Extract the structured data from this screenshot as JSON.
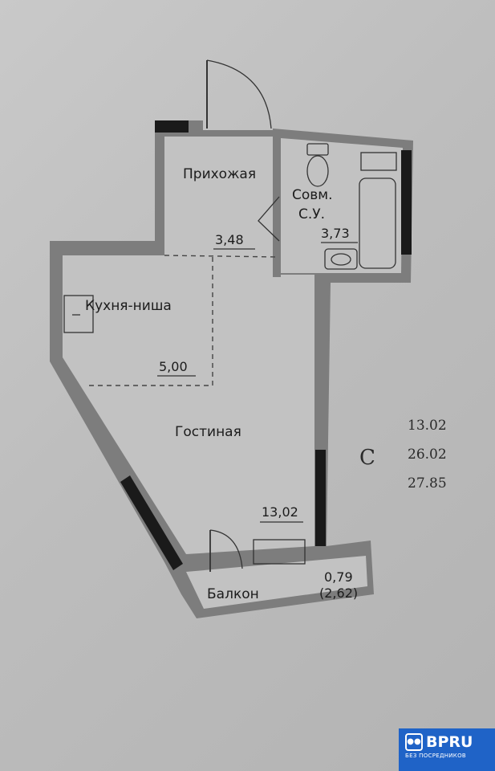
{
  "rooms": {
    "hallway": {
      "name": "Прихожая",
      "area": "3,48"
    },
    "bathroom": {
      "name_line1": "Совм.",
      "name_line2": "С.У.",
      "area": "3,73"
    },
    "kitchen": {
      "name": "Кухня-ниша",
      "area": "5,00"
    },
    "living": {
      "name": "Гостиная",
      "area": "13,02"
    },
    "balcony": {
      "name": "Балкон",
      "area": "0,79",
      "area_alt": "(2,62)"
    }
  },
  "summary": {
    "type": "С",
    "living_area": "13.02",
    "total_area": "26.02",
    "total_with_balcony": "27.85"
  },
  "watermark": {
    "brand": "BPRU",
    "tagline": "БЕЗ ПОСРЕДНИКОВ"
  },
  "colors": {
    "wall": "#7d7d7d",
    "dark_wall": "#1a1a1a",
    "watermark_bg": "#1f63c7"
  }
}
